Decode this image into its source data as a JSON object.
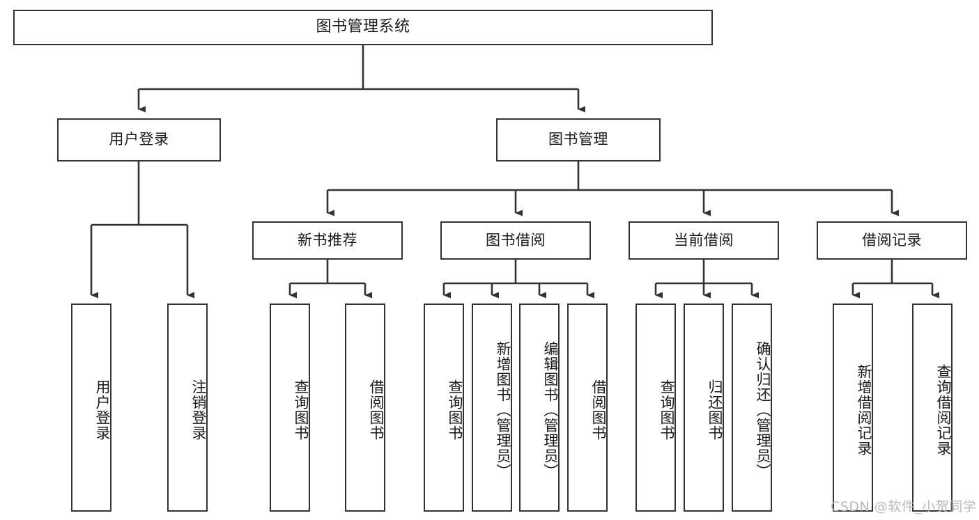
{
  "diagram": {
    "title": "图书管理系统",
    "type": "tree-hierarchy-chart",
    "watermark": "CSDN @软件_小贺同学",
    "colors": {
      "stroke": "#333333",
      "fill": "#ffffff",
      "text": "#1a1a1a",
      "watermark": "#b9b9b9"
    },
    "nodes": {
      "root": {
        "label": "图书管理系统"
      },
      "level2": [
        {
          "id": "user-login",
          "label": "用户登录"
        },
        {
          "id": "book-management",
          "label": "图书管理"
        }
      ],
      "level3": [
        {
          "id": "new-book-recommend",
          "label": "新书推荐"
        },
        {
          "id": "book-borrow",
          "label": "图书借阅"
        },
        {
          "id": "current-borrow",
          "label": "当前借阅"
        },
        {
          "id": "borrow-record",
          "label": "借阅记录"
        }
      ],
      "leaves": [
        {
          "id": "leaf-user-login",
          "parent": "user-login",
          "label": "用户登录"
        },
        {
          "id": "leaf-logout",
          "parent": "user-login",
          "label": "注销登录"
        },
        {
          "id": "leaf-query-book-1",
          "parent": "new-book-recommend",
          "label": "查询图书"
        },
        {
          "id": "leaf-borrow-book-1",
          "parent": "new-book-recommend",
          "label": "借阅图书"
        },
        {
          "id": "leaf-query-book-2",
          "parent": "book-borrow",
          "label": "查询图书"
        },
        {
          "id": "leaf-add-book",
          "parent": "book-borrow",
          "label": "新增图书（管理员）"
        },
        {
          "id": "leaf-edit-book",
          "parent": "book-borrow",
          "label": "编辑图书（管理员）"
        },
        {
          "id": "leaf-borrow-book-2",
          "parent": "book-borrow",
          "label": "借阅图书"
        },
        {
          "id": "leaf-query-book-3",
          "parent": "current-borrow",
          "label": "查询图书"
        },
        {
          "id": "leaf-return-book",
          "parent": "current-borrow",
          "label": "归还图书"
        },
        {
          "id": "leaf-confirm-return",
          "parent": "current-borrow",
          "label": "确认归还（管理员）"
        },
        {
          "id": "leaf-add-record",
          "parent": "borrow-record",
          "label": "新增借阅记录"
        },
        {
          "id": "leaf-query-record",
          "parent": "borrow-record",
          "label": "查询借阅记录"
        }
      ]
    }
  }
}
